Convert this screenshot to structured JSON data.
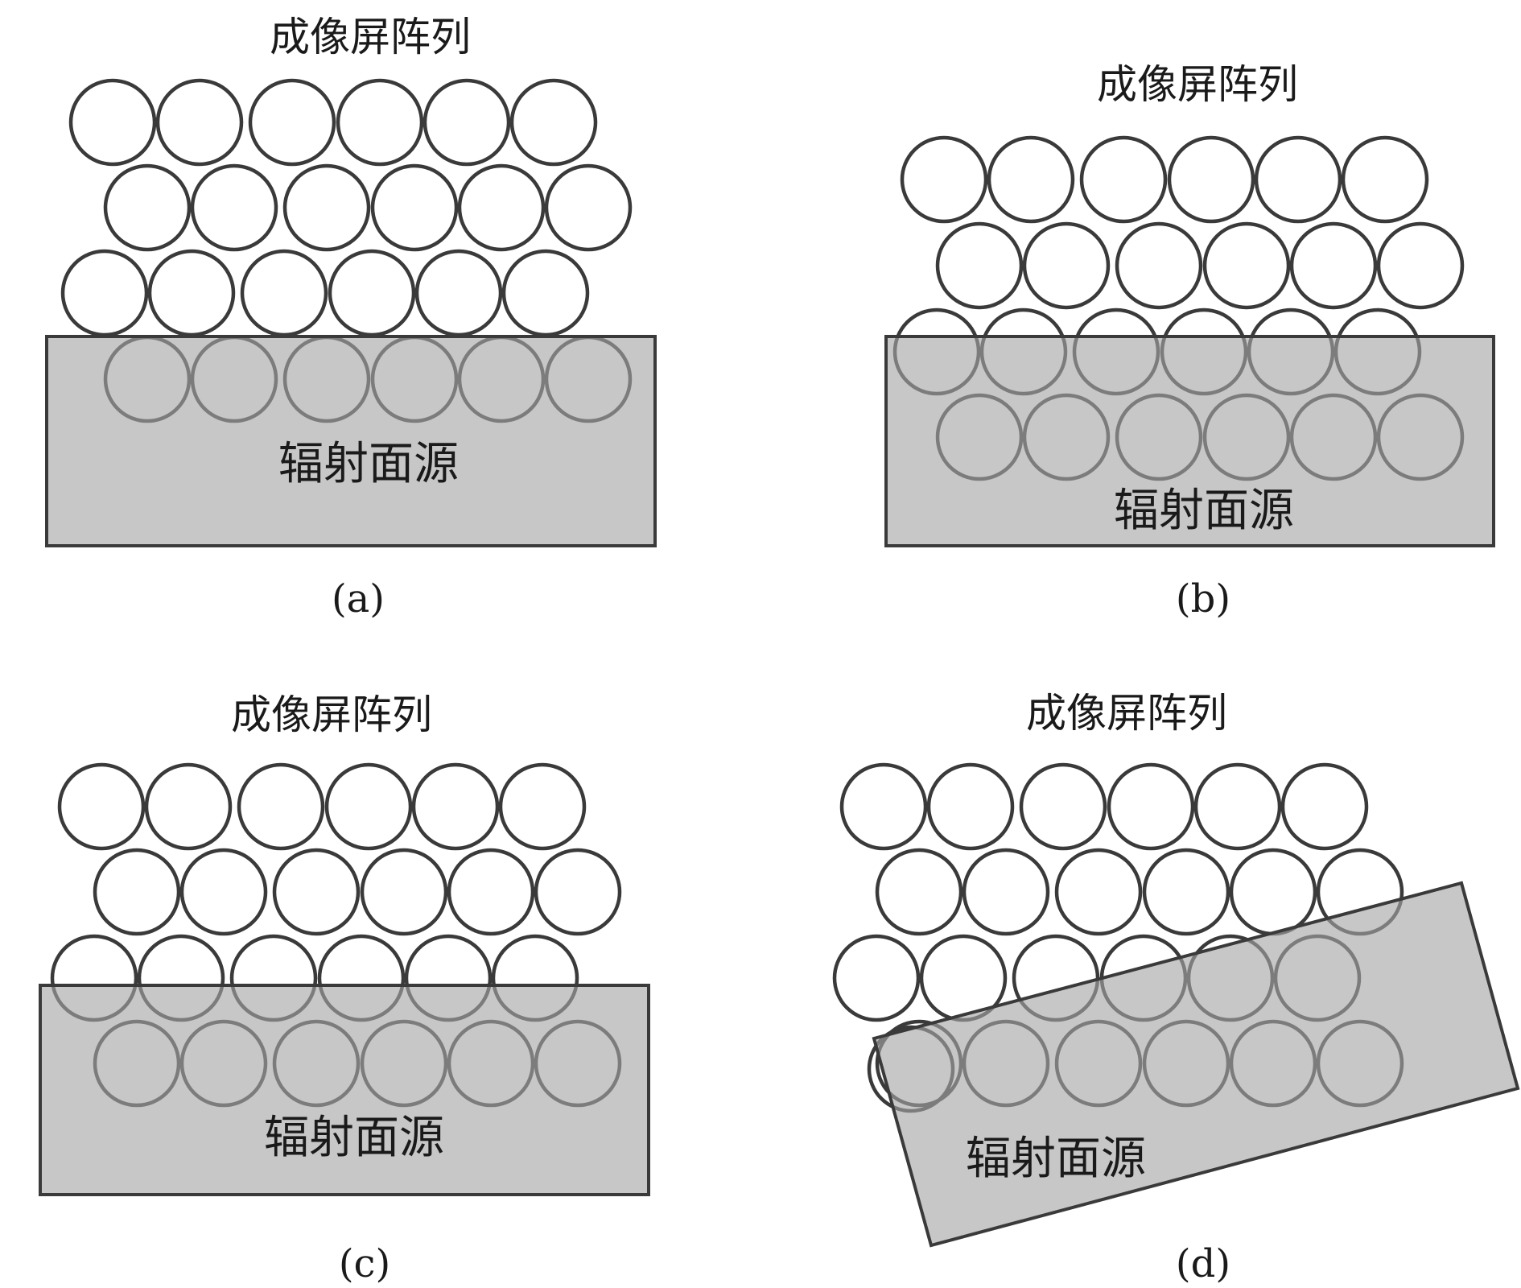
{
  "panels": [
    {
      "id": "a",
      "array_label": "成像屏阵列",
      "source_label": "辐射面源",
      "caption": "(a)"
    },
    {
      "id": "b",
      "array_label": "成像屏阵列",
      "source_label": "辐射面源",
      "caption": "(b)"
    },
    {
      "id": "c",
      "array_label": "成像屏阵列",
      "source_label": "辐射面源",
      "caption": "(c)"
    },
    {
      "id": "d",
      "array_label": "成像屏阵列",
      "source_label": "辐射面源",
      "caption": "(d)"
    }
  ],
  "colors": {
    "circle_stroke": "#3a3a3a",
    "plate_fill": "#a5a5a5",
    "background": "#ffffff"
  }
}
